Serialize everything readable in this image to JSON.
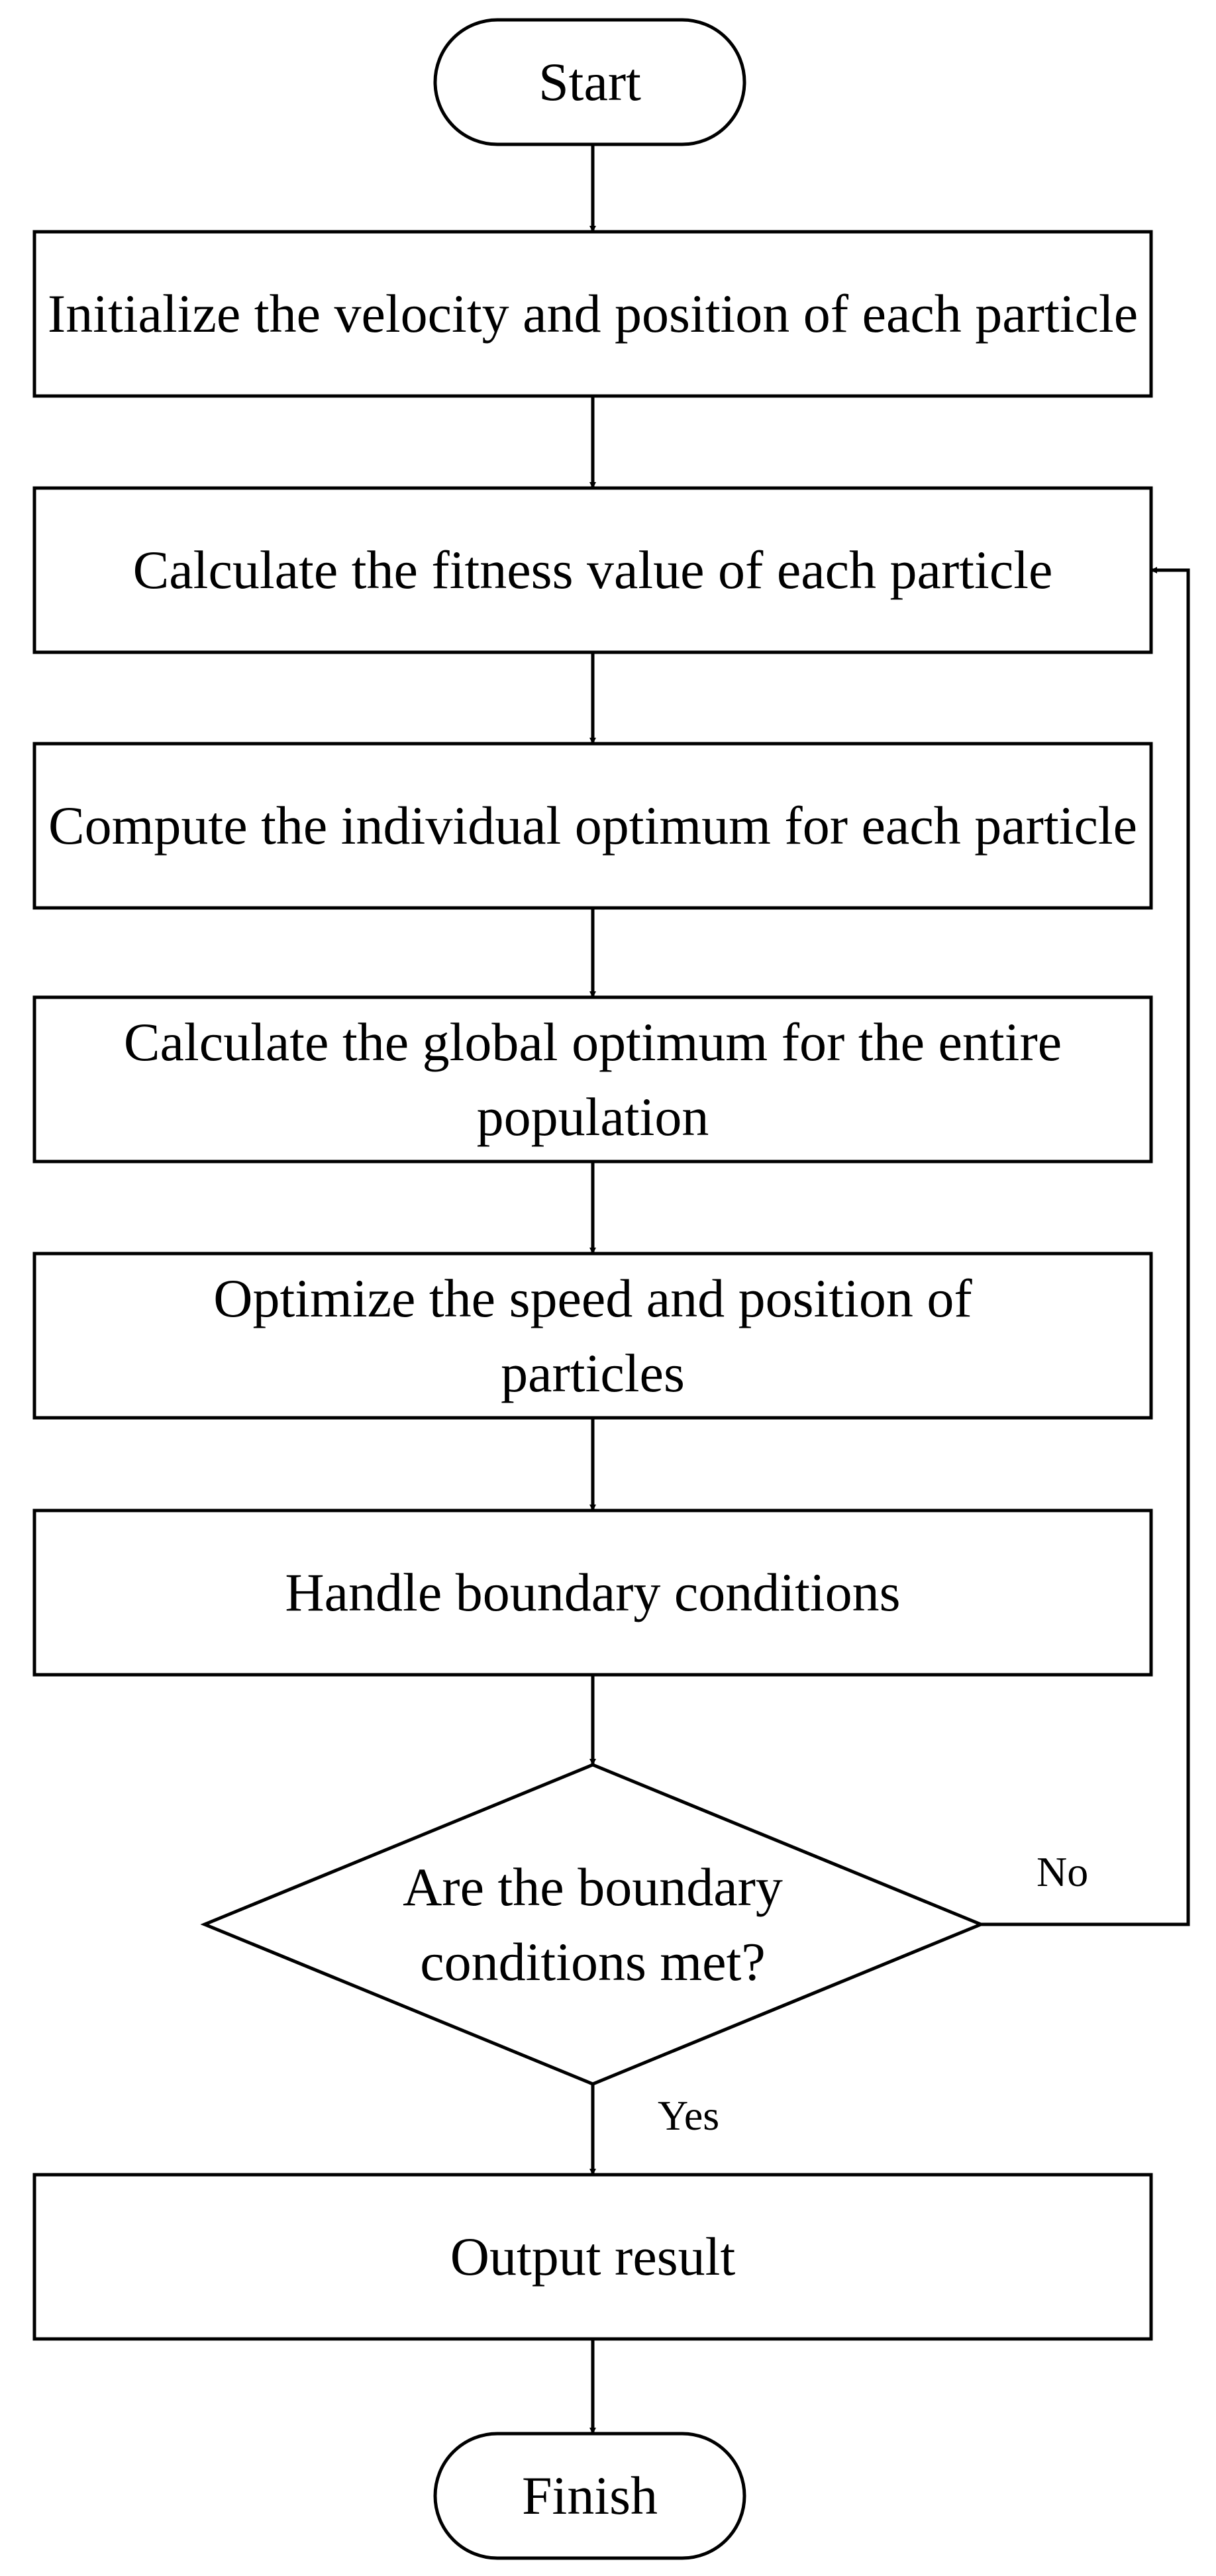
{
  "flowchart": {
    "start": "Start",
    "steps": [
      "Initialize the velocity and position of each particle",
      "Calculate the fitness value of each particle",
      "Compute the individual optimum for each particle",
      "Calculate the global optimum for the entire population",
      "Optimize the speed and position of particles",
      "Handle boundary conditions"
    ],
    "decision": "Are the boundary conditions met?",
    "no_label": "No",
    "yes_label": "Yes",
    "output": "Output result",
    "finish": "Finish"
  },
  "colors": {
    "stroke": "#000000",
    "fill": "#ffffff",
    "text": "#000000"
  }
}
